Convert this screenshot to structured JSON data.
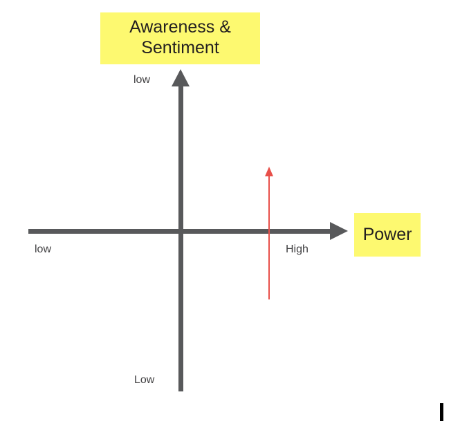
{
  "diagram": {
    "type": "two-axis-quadrant-matrix",
    "title_box": {
      "line1": "Awareness &",
      "line2": "Sentiment"
    },
    "power_box": {
      "label": "Power"
    },
    "axes": {
      "y": {
        "name": "Awareness & Sentiment",
        "top_label": "low",
        "bottom_label": "Low"
      },
      "x": {
        "name": "Power",
        "left_label": "low",
        "right_label": "High"
      }
    },
    "annotation_arrow": {
      "name": "upward-trend-arrow",
      "direction": "up",
      "color": "#e8504a"
    },
    "colors": {
      "highlight": "#fdf970",
      "axis": "#58595b",
      "text": "#231f20",
      "label_text": "#414042",
      "accent_red": "#e8504a",
      "caret": "#000000",
      "background": "#ffffff"
    }
  }
}
